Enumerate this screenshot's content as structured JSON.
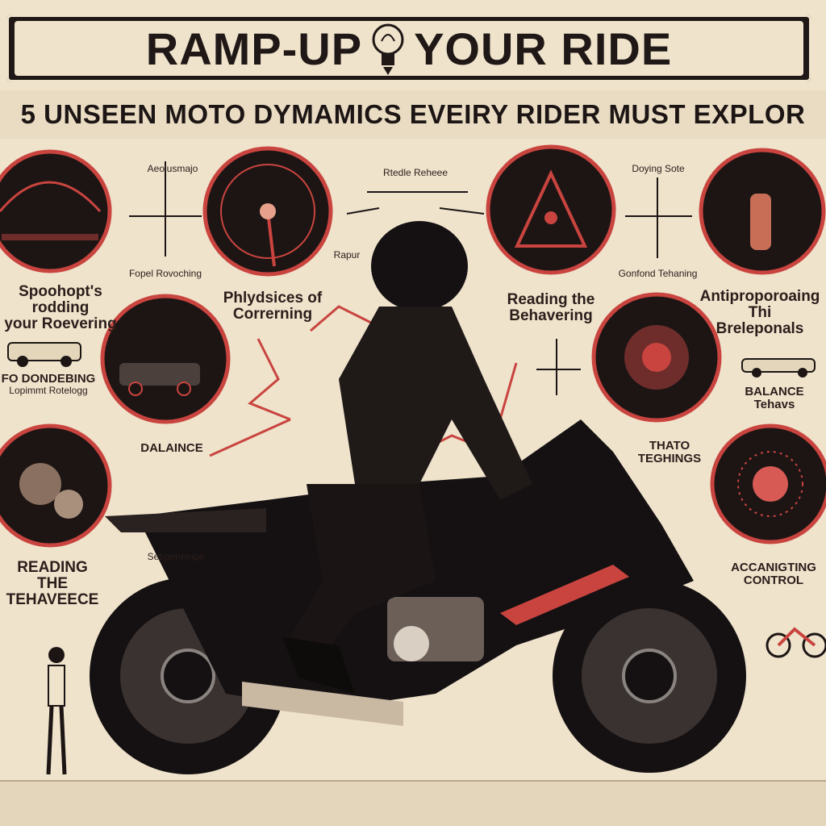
{
  "title": {
    "left": "RAMP-UP",
    "right": "YOUR RIDE"
  },
  "subtitle": "5 UNSEEN MOTO DYMAMICS EVEIRY RIDER MUST EXPLOR",
  "labels": {
    "l1_top": "Spoohopt's rodding",
    "l1_bottom": "your Roevering",
    "l2_top": "FO DONDEBING",
    "l2_bottom": "Lopimmt Rotelogg",
    "l3": "DALAINCE",
    "l4_top": "READING THE",
    "l4_bottom": "TEHAVEECE",
    "c1_top": "Phlydsices of",
    "c1_bottom": "Correrning",
    "c2_top": "Reading the",
    "c2_bottom": "Behavering",
    "r1_top": "Antiproporoaing Thi",
    "r1_bottom": "Breleponals",
    "r2_top": "BALANCE",
    "r2_bottom": "Tehavs",
    "r3_top": "THATO",
    "r3_bottom": "TEGHINGS",
    "r4_top": "ACCANIGTING",
    "r4_bottom": "CONTROL"
  },
  "small_labels": {
    "axis1_top": "Aeolusmajo",
    "axis1_bottom": "Fopel Rovoching",
    "axis2": "Rtedle Reheee",
    "axis3_top": "Doying Sote",
    "axis3_bottom": "Gonfond Tehaning",
    "mid_left": "Sebpeneinpe",
    "rapur": "Rapur"
  },
  "colors": {
    "ink": "#1c1514",
    "paper": "#efe3cc",
    "accent": "#c9443f",
    "bike": "#151112"
  }
}
